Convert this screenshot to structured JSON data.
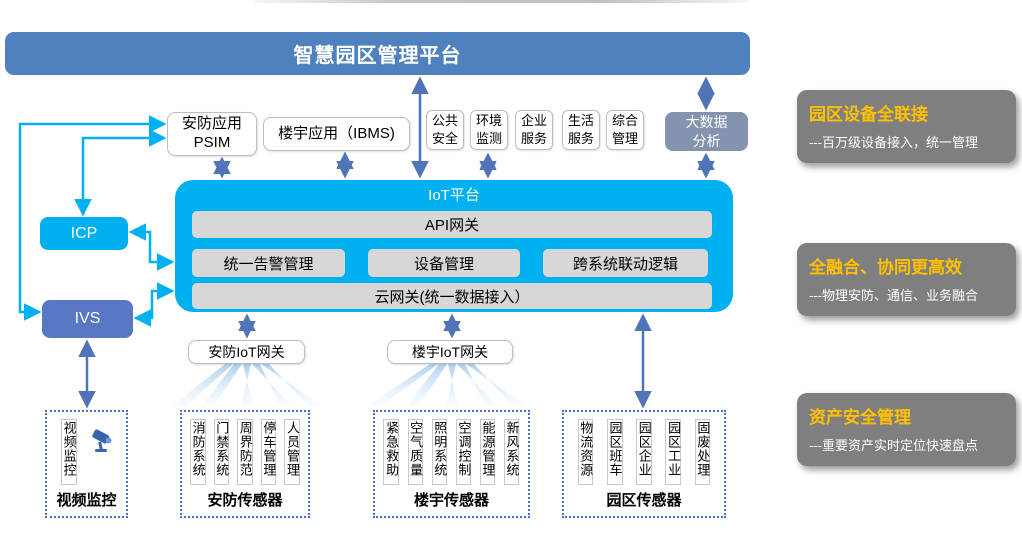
{
  "banner": {
    "title": "智慧园区管理平台"
  },
  "apps": {
    "psim_line1": "安防应用",
    "psim_line2": "PSIM",
    "ibms": "楼宇应用（IBMS)",
    "services": [
      {
        "l1": "公共",
        "l2": "安全"
      },
      {
        "l1": "环境",
        "l2": "监测"
      },
      {
        "l1": "企业",
        "l2": "服务"
      },
      {
        "l1": "生活",
        "l2": "服务"
      },
      {
        "l1": "综合",
        "l2": "管理"
      }
    ],
    "bigdata_line1": "大数据",
    "bigdata_line2": "分析"
  },
  "left": {
    "icp": "ICP",
    "ivs": "IVS"
  },
  "iot": {
    "title": "IoT平台",
    "api": "API网关",
    "modules": [
      "统一告警管理",
      "设备管理",
      "跨系统联动逻辑"
    ],
    "cloud": "云网关(统一数据接入）"
  },
  "gateways": {
    "security": "安防IoT网关",
    "building": "楼宇IoT网关"
  },
  "sensors": {
    "video": {
      "columns": [
        "视频监控"
      ],
      "label": "视频监控"
    },
    "security": {
      "columns": [
        "消防系统",
        "门禁系统",
        "周界防范",
        "停车管理",
        "人员管理"
      ],
      "label": "安防传感器"
    },
    "building": {
      "columns": [
        "紧急救助",
        "空气质量",
        "照明系统",
        "空调控制",
        "能源管理",
        "新风系统"
      ],
      "label": "楼宇传感器"
    },
    "park": {
      "columns": [
        "物流资源",
        "园区班车",
        "园区企业",
        "园区工业",
        "固废处理"
      ],
      "label": "园区传感器"
    }
  },
  "benefits": [
    {
      "title": "园区设备全联接",
      "desc": "---百万级设备接入，统一管理"
    },
    {
      "title": "全融合、协同更高效",
      "desc": "---物理安防、通信、业务融合"
    },
    {
      "title": "资产安全管理",
      "desc": "---重要资产实时定位快速盘点"
    }
  ],
  "colors": {
    "banner_blue": "#4e81bd",
    "platform_cyan": "#00b0f0",
    "ivs_blue": "#5878c6",
    "bigdata_slate": "#8693ae",
    "arrow_steel": "#4f74b8",
    "arrow_cyan": "#00b0f0",
    "benefit_gray": "#7f7f7f",
    "benefit_title_orange": "#ffc000",
    "dashed_border_blue": "#4472c4",
    "bar_gray": "#d7d7d7"
  }
}
